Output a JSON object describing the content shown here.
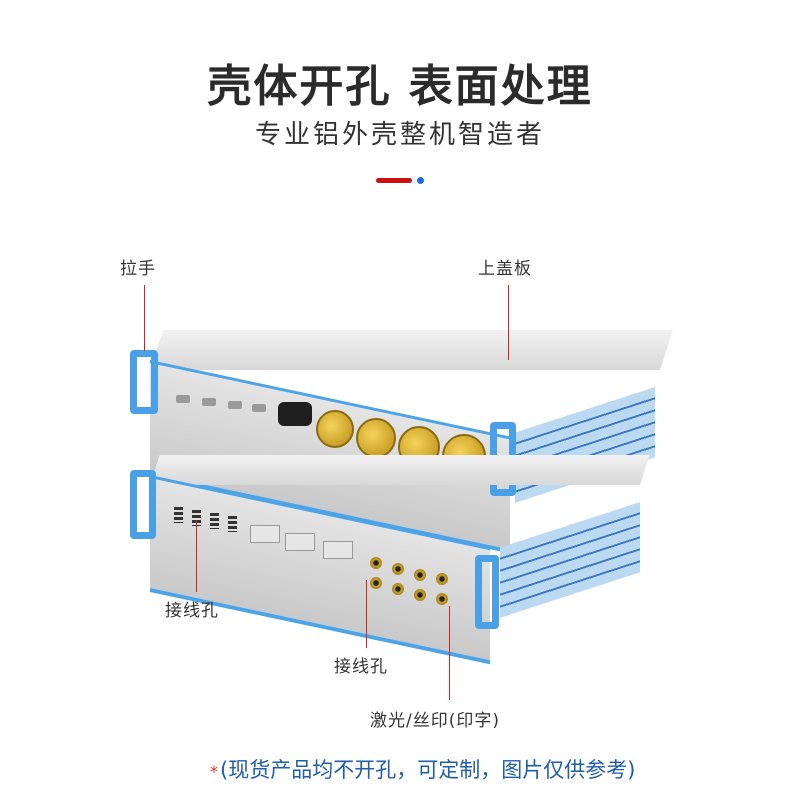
{
  "header": {
    "title": "壳体开孔 表面处理",
    "subtitle": "专业铝外壳整机智造者",
    "divider_colors": {
      "bar": "#cc1111",
      "dot": "#1a6fd6"
    }
  },
  "callouts": {
    "handle": "拉手",
    "top_cover": "上盖板",
    "wiring_holes_left": "接线孔",
    "wiring_holes_right": "接线孔",
    "laser_print": "激光/丝印(印字)"
  },
  "footer": {
    "star": "*",
    "note": "(现货产品均不开孔，可定制，图片仅供参考)"
  },
  "colors": {
    "accent_blue": "#4ba3e8",
    "callout_line": "#d92020",
    "note_text": "#1f5ea8"
  }
}
